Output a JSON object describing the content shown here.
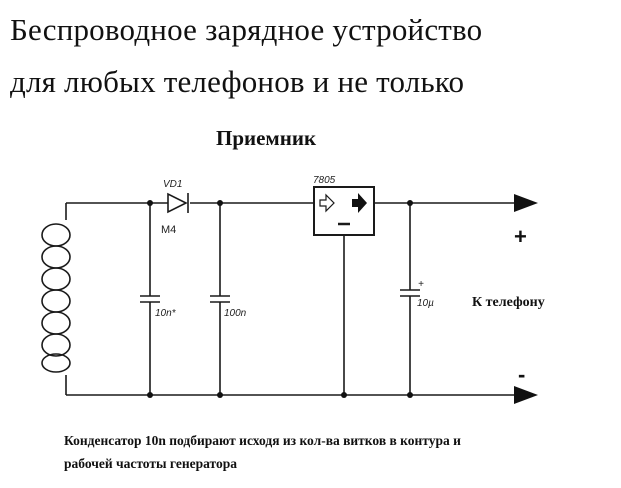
{
  "title": {
    "line1": "Беспроводное зарядное устройство",
    "line2": "для любых телефонов и не только"
  },
  "subtitle": "Приемник",
  "schematic": {
    "diode_ref": "VD1",
    "diode_type": "M4",
    "regulator": "7805",
    "c1": "10n*",
    "c2": "100n",
    "c3": "10µ",
    "c3_polarity": "+",
    "output_label": "К телефону",
    "plus": "+",
    "minus": "-"
  },
  "note": {
    "line1": "Конденсатор 10n подбирают исходя из кол-ва витков в контура и",
    "line2": "рабочей частоты генератора"
  }
}
